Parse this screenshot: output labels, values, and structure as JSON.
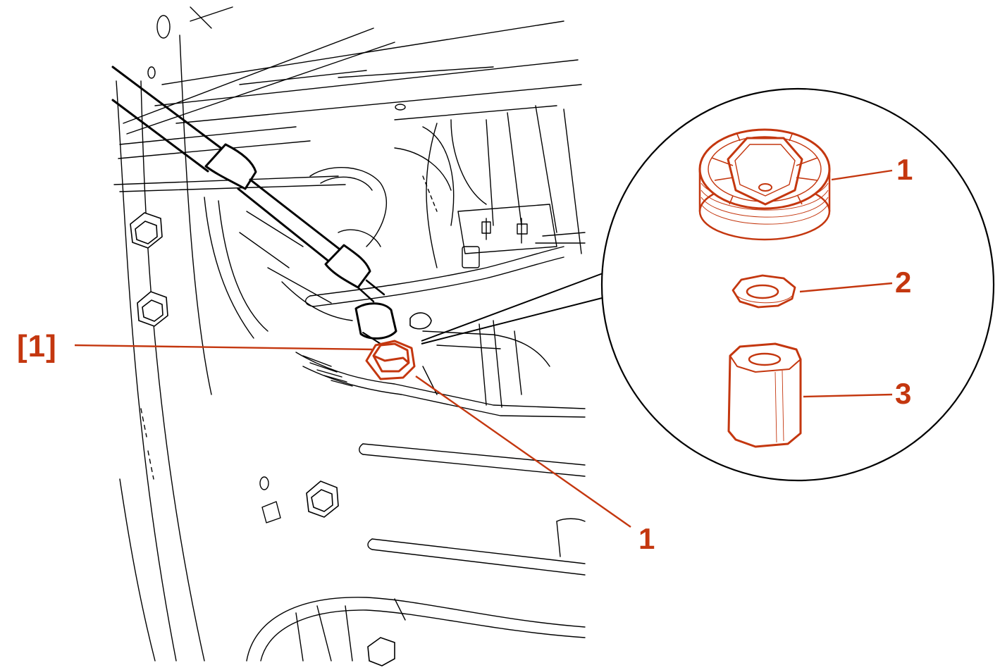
{
  "diagram": {
    "accent_color": "#c4370f",
    "line_color": "#000000",
    "background": "#ffffff",
    "reference_label": "[1]",
    "callouts": {
      "main": "1",
      "detail_plug": "1",
      "detail_washer": "2",
      "detail_socket": "3"
    },
    "parts": [
      "drain-plug",
      "sealing-washer",
      "socket-adapter"
    ],
    "tool": "extension-bar"
  }
}
